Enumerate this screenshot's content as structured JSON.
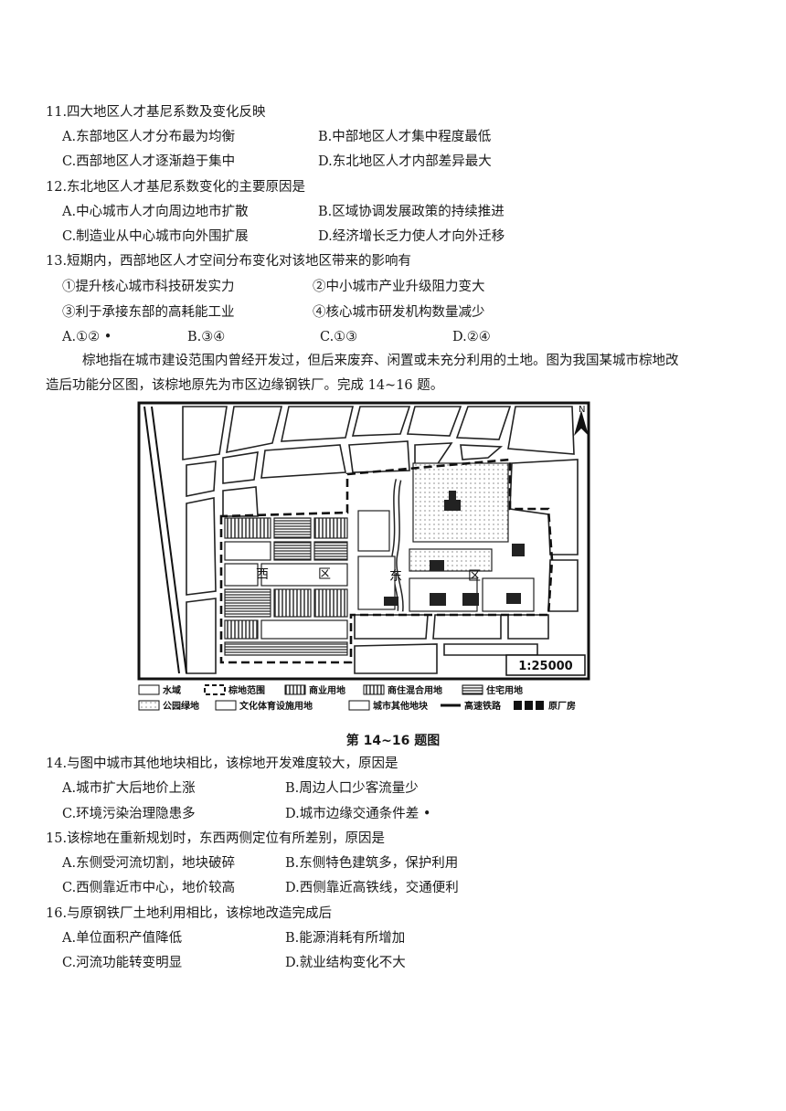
{
  "q11": {
    "stem": "11.四大地区人才基尼系数及变化反映",
    "a": "A.东部地区人才分布最为均衡",
    "b": "B.中部地区人才集中程度最低",
    "c": "C.西部地区人才逐渐趋于集中",
    "d": "D.东北地区人才内部差异最大"
  },
  "q12": {
    "stem": "12.东北地区人才基尼系数变化的主要原因是",
    "a": "A.中心城市人才向周边地市扩散",
    "b": "B.区域协调发展政策的持续推进",
    "c": "C.制造业从中心城市向外围扩展",
    "d": "D.经济增长乏力使人才向外迁移"
  },
  "q13": {
    "stem": "13.短期内，西部地区人才空间分布变化对该地区带来的影响有",
    "i1": "①提升核心城市科技研发实力",
    "i2": "②中小城市产业升级阻力变大",
    "i3": "③利于承接东部的高耗能工业",
    "i4": "④核心城市研发机构数量减少",
    "a": "A.①② •",
    "b": "B.③④",
    "c": "C.①③",
    "d": "D.②④"
  },
  "intro": {
    "line1": "棕地指在城市建设范围内曾经开发过，但后来废弃、闲置或未充分利用的土地。图为我国某城市棕地改",
    "line2": "造后功能分区图，该棕地原先为市区边缘钢铁厂。完成 14~16 题。"
  },
  "map": {
    "scale": "1:25000",
    "north": "N",
    "west_chars": [
      "西",
      "区"
    ],
    "east_chars": [
      "东",
      "区"
    ],
    "legend": {
      "water": "水域",
      "brownfield": "棕地范围",
      "commercial": "商业用地",
      "mixed": "商住混合用地",
      "residential": "住宅用地",
      "park": "公园绿地",
      "culture": "文化体育设施用地",
      "other": "城市其他地块",
      "railway": "高速铁路",
      "factory": "原厂房"
    },
    "caption": "第 14~16 题图"
  },
  "q14": {
    "stem": "14.与图中城市其他地块相比，该棕地开发难度较大，原因是",
    "a": "A.城市扩大后地价上涨",
    "b": "B.周边人口少客流量少",
    "c": "C.环境污染治理隐患多",
    "d": "D.城市边缘交通条件差 •"
  },
  "q15": {
    "stem": "15.该棕地在重新规划时，东西两侧定位有所差别，原因是",
    "a": "A.东侧受河流切割，地块破碎",
    "b": "B.东侧特色建筑多，保护利用",
    "c": "C.西侧靠近市中心，地价较高",
    "d": "D.西侧靠近高铁线，交通便利"
  },
  "q16": {
    "stem": "16.与原钢铁厂土地利用相比，该棕地改造完成后",
    "a": "A.单位面积产值降低",
    "b": "B.能源消耗有所增加",
    "c": "C.河流功能转变明显",
    "d": "D.就业结构变化不大"
  }
}
